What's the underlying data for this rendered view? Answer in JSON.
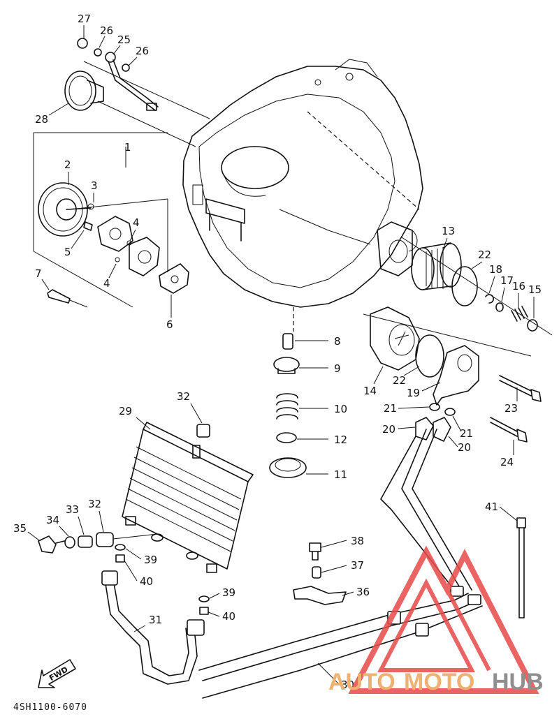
{
  "diagram_code": "4SH1100-6070",
  "fwd_label": "FWD",
  "watermark": {
    "part1": "AUTO",
    "part2": "MOTO",
    "part3": "HUB",
    "color_logo": "#e84a4a",
    "color_auto": "#f0b070",
    "color_hub": "#8f8f8f"
  },
  "callouts": {
    "c27": "27",
    "c26a": "26",
    "c25": "25",
    "c26b": "26",
    "c28": "28",
    "c1": "1",
    "c2": "2",
    "c3": "3",
    "c4a": "4",
    "c4b": "4",
    "c5": "5",
    "c7": "7",
    "c6": "6",
    "c8": "8",
    "c9": "9",
    "c10": "10",
    "c12": "12",
    "c11": "11",
    "c13": "13",
    "c22a": "22",
    "c18": "18",
    "c17": "17",
    "c16": "16",
    "c15": "15",
    "c14": "14",
    "c22b": "22",
    "c19": "19",
    "c23": "23",
    "c21a": "21",
    "c21b": "21",
    "c20a": "20",
    "c20b": "20",
    "c24": "24",
    "c32a": "32",
    "c29": "29",
    "c35": "35",
    "c34": "34",
    "c33": "33",
    "c32b": "32",
    "c39a": "39",
    "c40a": "40",
    "c39b": "39",
    "c40b": "40",
    "c31": "31",
    "c38": "38",
    "c37": "37",
    "c36": "36",
    "c41": "41",
    "c30": "30"
  }
}
